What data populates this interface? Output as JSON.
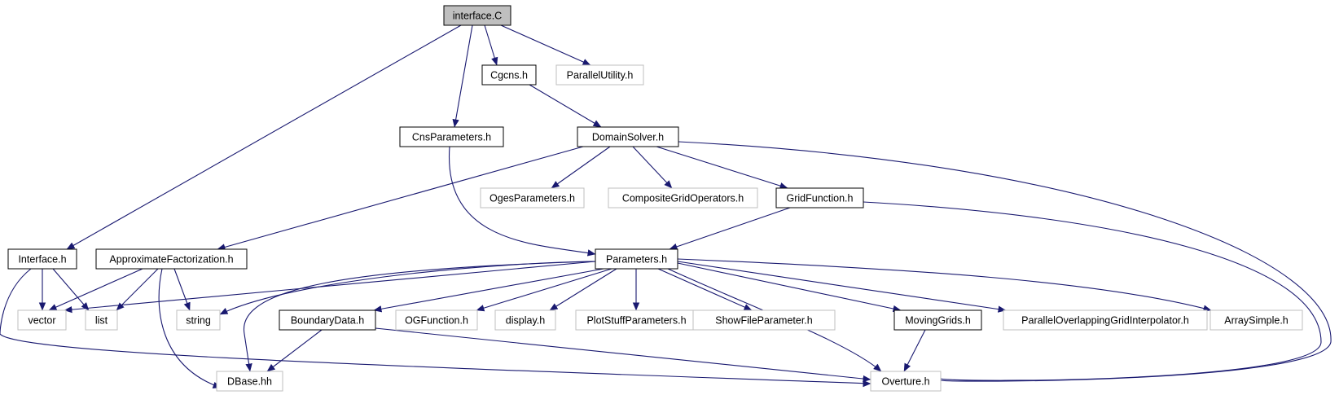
{
  "colors": {
    "edge": "#191970",
    "documented_border": "#000000",
    "external_border": "#bfbfbf",
    "root_fill": "#bfbfbf",
    "fill": "#ffffff"
  },
  "nodes": [
    {
      "id": "interface_C",
      "label": "interface.C",
      "kind": "root"
    },
    {
      "id": "cgcns_h",
      "label": "Cgcns.h",
      "kind": "documented"
    },
    {
      "id": "parallelutility_h",
      "label": "ParallelUtility.h",
      "kind": "external"
    },
    {
      "id": "cnsparameters_h",
      "label": "CnsParameters.h",
      "kind": "documented"
    },
    {
      "id": "domainsolver_h",
      "label": "DomainSolver.h",
      "kind": "documented"
    },
    {
      "id": "ogesparameters_h",
      "label": "OgesParameters.h",
      "kind": "external"
    },
    {
      "id": "compositegridoperators_h",
      "label": "CompositeGridOperators.h",
      "kind": "external"
    },
    {
      "id": "gridfunction_h",
      "label": "GridFunction.h",
      "kind": "documented"
    },
    {
      "id": "interface_h",
      "label": "Interface.h",
      "kind": "documented"
    },
    {
      "id": "approximatefactorization_h",
      "label": "ApproximateFactorization.h",
      "kind": "documented"
    },
    {
      "id": "parameters_h",
      "label": "Parameters.h",
      "kind": "documented"
    },
    {
      "id": "vector",
      "label": "vector",
      "kind": "external"
    },
    {
      "id": "list",
      "label": "list",
      "kind": "external"
    },
    {
      "id": "string",
      "label": "string",
      "kind": "external"
    },
    {
      "id": "boundarydata_h",
      "label": "BoundaryData.h",
      "kind": "documented"
    },
    {
      "id": "ogfunction_h",
      "label": "OGFunction.h",
      "kind": "external"
    },
    {
      "id": "display_h",
      "label": "display.h",
      "kind": "external"
    },
    {
      "id": "plotstuffparameters_h",
      "label": "PlotStuffParameters.h",
      "kind": "external"
    },
    {
      "id": "showfileparameter_h",
      "label": "ShowFileParameter.h",
      "kind": "external"
    },
    {
      "id": "movinggrids_h",
      "label": "MovingGrids.h",
      "kind": "documented"
    },
    {
      "id": "paralleloverlappinggridinterpolator_h",
      "label": "ParallelOverlappingGridInterpolator.h",
      "kind": "external"
    },
    {
      "id": "arraysimple_h",
      "label": "ArraySimple.h",
      "kind": "external"
    },
    {
      "id": "dbase_hh",
      "label": "DBase.hh",
      "kind": "external"
    },
    {
      "id": "overture_h",
      "label": "Overture.h",
      "kind": "external"
    }
  ],
  "edges": [
    {
      "from": "interface_C",
      "to": "interface_h"
    },
    {
      "from": "interface_C",
      "to": "cnsparameters_h"
    },
    {
      "from": "interface_C",
      "to": "cgcns_h"
    },
    {
      "from": "interface_C",
      "to": "parallelutility_h"
    },
    {
      "from": "cgcns_h",
      "to": "domainsolver_h"
    },
    {
      "from": "cnsparameters_h",
      "to": "parameters_h"
    },
    {
      "from": "domainsolver_h",
      "to": "approximatefactorization_h"
    },
    {
      "from": "domainsolver_h",
      "to": "ogesparameters_h"
    },
    {
      "from": "domainsolver_h",
      "to": "compositegridoperators_h"
    },
    {
      "from": "domainsolver_h",
      "to": "gridfunction_h"
    },
    {
      "from": "domainsolver_h",
      "to": "overture_h"
    },
    {
      "from": "gridfunction_h",
      "to": "parameters_h"
    },
    {
      "from": "gridfunction_h",
      "to": "overture_h"
    },
    {
      "from": "interface_h",
      "to": "vector"
    },
    {
      "from": "interface_h",
      "to": "list"
    },
    {
      "from": "interface_h",
      "to": "overture_h"
    },
    {
      "from": "approximatefactorization_h",
      "to": "vector"
    },
    {
      "from": "approximatefactorization_h",
      "to": "list"
    },
    {
      "from": "approximatefactorization_h",
      "to": "string"
    },
    {
      "from": "approximatefactorization_h",
      "to": "dbase_hh"
    },
    {
      "from": "parameters_h",
      "to": "vector"
    },
    {
      "from": "parameters_h",
      "to": "string"
    },
    {
      "from": "parameters_h",
      "to": "dbase_hh"
    },
    {
      "from": "parameters_h",
      "to": "boundarydata_h"
    },
    {
      "from": "parameters_h",
      "to": "ogfunction_h"
    },
    {
      "from": "parameters_h",
      "to": "display_h"
    },
    {
      "from": "parameters_h",
      "to": "plotstuffparameters_h"
    },
    {
      "from": "parameters_h",
      "to": "showfileparameter_h"
    },
    {
      "from": "parameters_h",
      "to": "movinggrids_h"
    },
    {
      "from": "parameters_h",
      "to": "paralleloverlappinggridinterpolator_h"
    },
    {
      "from": "parameters_h",
      "to": "arraysimple_h"
    },
    {
      "from": "parameters_h",
      "to": "overture_h"
    },
    {
      "from": "boundarydata_h",
      "to": "dbase_hh"
    },
    {
      "from": "boundarydata_h",
      "to": "overture_h"
    },
    {
      "from": "movinggrids_h",
      "to": "overture_h"
    }
  ]
}
